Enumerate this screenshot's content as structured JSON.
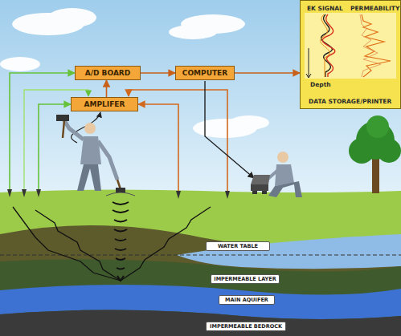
{
  "diagram": {
    "nodes": [
      {
        "text": [
          "A/D BOARD"
        ]
      },
      {
        "text": [
          "COMPUTER"
        ]
      },
      {
        "text": [
          "EK SIGNAL",
          "PERMEABILITY",
          "Depth",
          "DATA STORAGE/PRINTER"
        ]
      },
      {
        "text": [
          "AMPLIFER"
        ]
      },
      {
        "text": [
          "WATER TABLE"
        ]
      },
      {
        "text": [
          "IMPERMEABLE LAYER"
        ]
      },
      {
        "text": [
          "MAIN AQUIFER"
        ]
      },
      {
        "text": [
          "IMPERMEABLE BEDROCK"
        ]
      }
    ],
    "edges": [
      {
        "from": 3,
        "to": 0,
        "arrow": "to"
      },
      {
        "from": 0,
        "to": 1,
        "arrow": "to"
      },
      {
        "from": 1,
        "to": 2,
        "arrow": "to"
      }
    ]
  }
}
